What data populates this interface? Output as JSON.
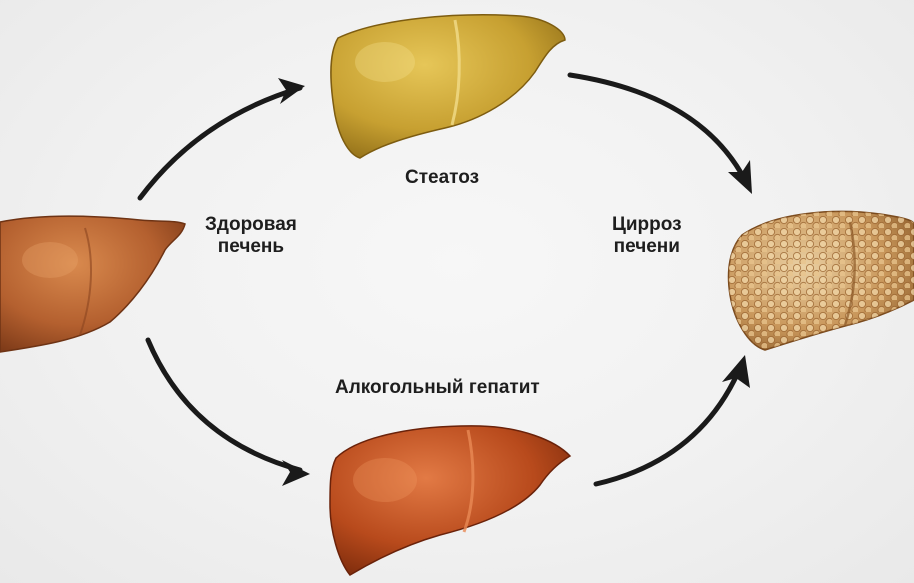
{
  "labels": {
    "healthy": [
      "Здоровая",
      "печень"
    ],
    "steatosis": "Стеатоз",
    "cirrhosis": [
      "Цирроз",
      "печени"
    ],
    "hepatitis": "Алкогольный гепатит"
  },
  "colors": {
    "healthy_liver": "#b4602f",
    "steatosis_liver": "#c7a031",
    "hepatitis_liver": "#b84a1c",
    "cirrhosis_liver": "#c9975b",
    "arrow": "#1a1a1a",
    "text": "#1e1e1e"
  }
}
